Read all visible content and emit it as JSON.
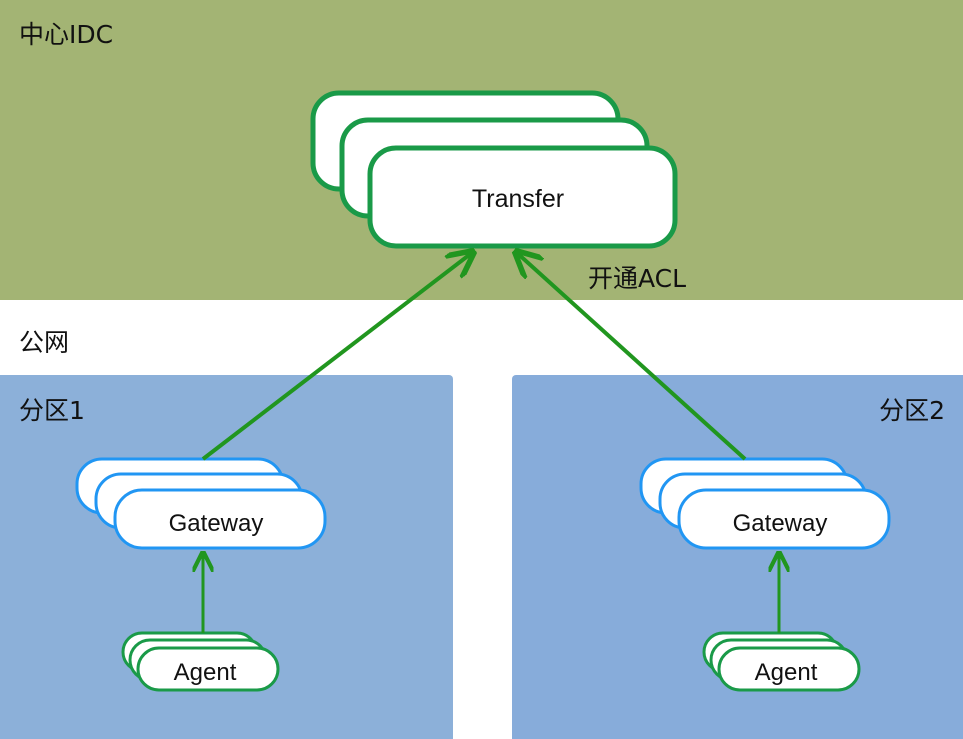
{
  "zones": {
    "center_idc": "中心IDC",
    "public_net": "公网",
    "partition_1": "分区1",
    "partition_2": "分区2"
  },
  "nodes": {
    "transfer": "Transfer",
    "gateway_1": "Gateway",
    "gateway_2": "Gateway",
    "agent_1": "Agent",
    "agent_2": "Agent"
  },
  "edges": {
    "acl_label": "开通ACL"
  },
  "colors": {
    "idc_bg": "#a3b474",
    "partition_bg": "#8cb0d9",
    "transfer_border": "#1a9a48",
    "gateway_border": "#2196f3",
    "agent_border": "#1a9a48",
    "arrow": "#21961f"
  }
}
